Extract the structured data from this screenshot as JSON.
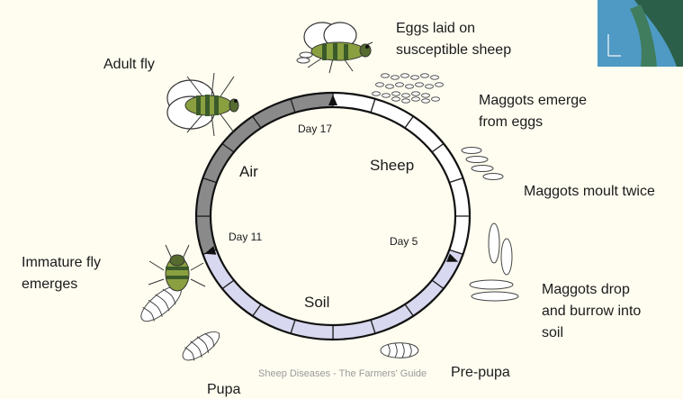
{
  "diagram": {
    "stages": {
      "eggs_laid": [
        "Eggs laid on",
        "susceptible sheep"
      ],
      "maggots_emerge": [
        "Maggots emerge",
        "from eggs"
      ],
      "maggots_moult": [
        "Maggots moult twice"
      ],
      "maggots_drop": [
        "Maggots drop",
        "and burrow into",
        "soil"
      ],
      "pre_pupa": [
        "Pre-pupa"
      ],
      "pupa": [
        "Pupa"
      ],
      "immature_fly": [
        "Immature fly",
        "emerges"
      ],
      "adult_fly": [
        "Adult fly"
      ]
    },
    "zones": {
      "air": "Air",
      "sheep": "Sheep",
      "soil": "Soil"
    },
    "days": {
      "day_17": "Day 17",
      "day_5": "Day 5",
      "day_11": "Day 11"
    },
    "credit": "Sheep Diseases - The Farmers' Guide",
    "colors": {
      "background": "#fffdf0",
      "ring_sheep": "#ffffff",
      "ring_soil": "#d8d8f0",
      "ring_air": "#8a8a8a",
      "fly_body": "#8aa040",
      "fly_stripe": "#3a5a2a"
    }
  }
}
